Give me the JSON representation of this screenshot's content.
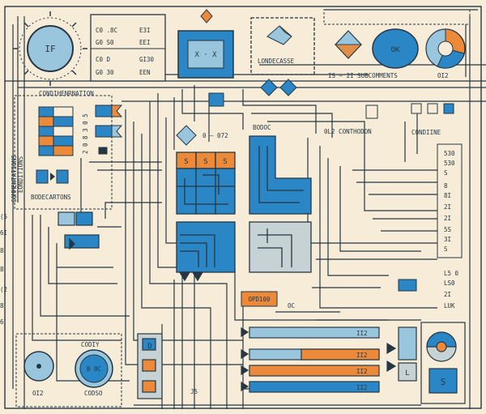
{
  "colors": {
    "background": "#f6ecd8",
    "line": "#263744",
    "blue": "#2a86c4",
    "light_blue": "#9ac6dd",
    "orange": "#ec8a3a",
    "gray": "#c6d2d3"
  },
  "labels": {
    "if_dial": "IF",
    "top_box": [
      "C0 .8C",
      "E3I",
      "G0 S0",
      "EEI",
      "C0 D",
      "GI30",
      "G0 30",
      "EEN"
    ],
    "x_box": "X · X",
    "londecase": "LONDECASSE",
    "ok_circle": "OK",
    "subcomments": "IS — 2I SUBCOMMENTS",
    "subcomments_code": "OI2",
    "conditions_title": "CONDIHENRNATION",
    "conditions_side": "EONDITIONS",
    "conditions_side2": "COMMENTATIONS",
    "conditions_digits": "2 0 8 3 0 5",
    "bodecartons": "BODECARTONS",
    "node_range": "0 — 072",
    "node_label": "BODOC",
    "cond_top": "0L2 CONTHODON",
    "combine": "CONDIINE",
    "cell_s": "S",
    "opd": "OPD100",
    "oc": "OC",
    "codiy": "CODIY",
    "dial_code": "OI2",
    "codso": "CODSO",
    "boc": "B 0C",
    "bottom_code": "J5",
    "right_codes": [
      "530",
      "530",
      "S",
      "8",
      "8I",
      "2I",
      "2I",
      "5S",
      "3I",
      "S"
    ],
    "right_mid": [
      "L5 0",
      "LS0",
      "2I",
      "LUK"
    ],
    "left_codes": [
      "(5",
      "6I",
      "8",
      "8",
      "(2",
      "8",
      "6"
    ],
    "bars": [
      "II2",
      "II2",
      "II2",
      "II2"
    ],
    "small_l": "L",
    "small_d": "D"
  }
}
